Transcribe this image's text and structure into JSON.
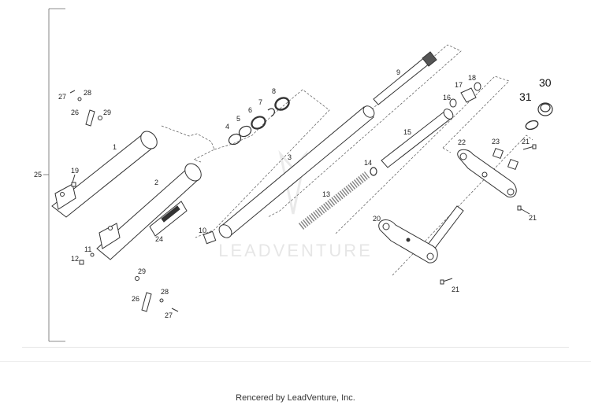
{
  "diagram": {
    "assembly_label": "25",
    "watermark": "LEADVENTURE",
    "callouts": [
      {
        "id": "c1",
        "label": "1"
      },
      {
        "id": "c2",
        "label": "2"
      },
      {
        "id": "c3",
        "label": "3"
      },
      {
        "id": "c4",
        "label": "4"
      },
      {
        "id": "c5",
        "label": "5"
      },
      {
        "id": "c6",
        "label": "6"
      },
      {
        "id": "c7",
        "label": "7"
      },
      {
        "id": "c8",
        "label": "8"
      },
      {
        "id": "c9",
        "label": "9"
      },
      {
        "id": "c10",
        "label": "10"
      },
      {
        "id": "c11",
        "label": "11"
      },
      {
        "id": "c12",
        "label": "12"
      },
      {
        "id": "c13",
        "label": "13"
      },
      {
        "id": "c14",
        "label": "14"
      },
      {
        "id": "c15",
        "label": "15"
      },
      {
        "id": "c16",
        "label": "16"
      },
      {
        "id": "c17",
        "label": "17"
      },
      {
        "id": "c18",
        "label": "18"
      },
      {
        "id": "c19",
        "label": "19"
      },
      {
        "id": "c20",
        "label": "20"
      },
      {
        "id": "c21a",
        "label": "21"
      },
      {
        "id": "c21b",
        "label": "21"
      },
      {
        "id": "c21c",
        "label": "21"
      },
      {
        "id": "c22",
        "label": "22"
      },
      {
        "id": "c23",
        "label": "23"
      },
      {
        "id": "c24",
        "label": "24"
      },
      {
        "id": "c26a",
        "label": "26"
      },
      {
        "id": "c26b",
        "label": "26"
      },
      {
        "id": "c27a",
        "label": "27"
      },
      {
        "id": "c27b",
        "label": "27"
      },
      {
        "id": "c28a",
        "label": "28"
      },
      {
        "id": "c28b",
        "label": "28"
      },
      {
        "id": "c29a",
        "label": "29"
      },
      {
        "id": "c29b",
        "label": "29"
      },
      {
        "id": "c30",
        "label": "30"
      },
      {
        "id": "c31",
        "label": "31"
      }
    ]
  },
  "footer": {
    "credit": "Rencered by LeadVenture, Inc."
  }
}
